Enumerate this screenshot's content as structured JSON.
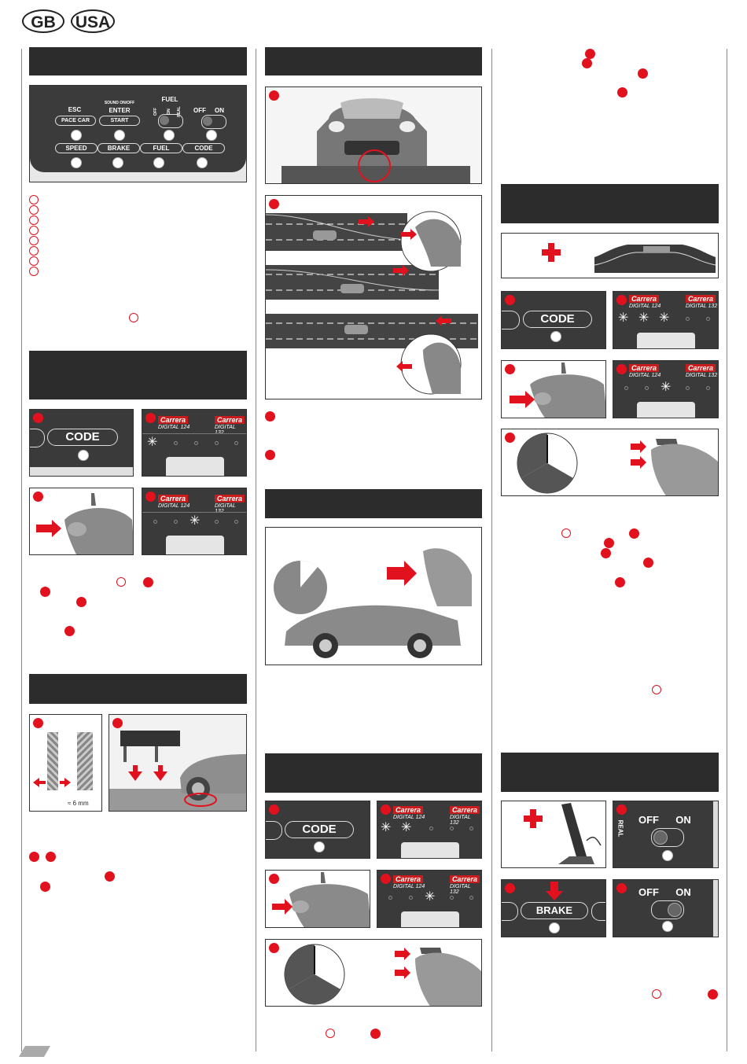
{
  "badges": {
    "gb": "GB",
    "usa": "USA"
  },
  "control_unit_panel": {
    "esc": "ESC",
    "pace_car": "PACE CAR",
    "sound": "SOUND ON/OFF",
    "enter": "ENTER",
    "start": "START",
    "fuel_title": "FUEL",
    "fuel_off": "OFF",
    "fuel_on": "ON",
    "fuel_real": "REAL",
    "off": "OFF",
    "on": "ON",
    "speed": "SPEED",
    "brake": "BRAKE",
    "fuel": "FUEL",
    "code": "CODE"
  },
  "code_button": "CODE",
  "brake_button": "BRAKE",
  "switch_labels": {
    "off": "OFF",
    "on": "ON",
    "real": "REAL"
  },
  "cu_logo": {
    "brand": "Carrera",
    "d124": "DIGITAL 124",
    "d132": "DIGITAL 132"
  },
  "measure_label": "≈ 6 mm",
  "colors": {
    "accent": "#e1111d",
    "header": "#2c2c2c",
    "panel": "#3a3a3a"
  }
}
